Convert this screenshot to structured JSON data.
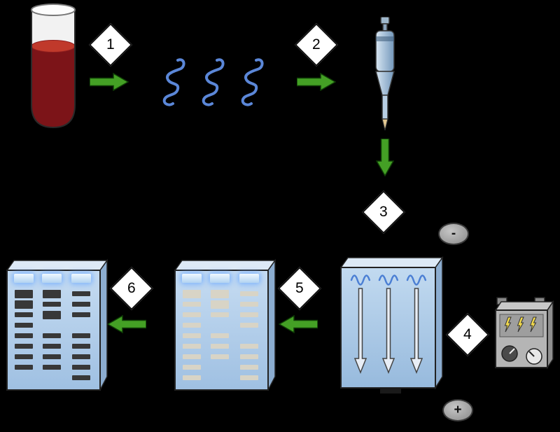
{
  "steps": [
    "1",
    "2",
    "3",
    "4",
    "5",
    "6"
  ],
  "electrodes": {
    "negative": "-",
    "positive": "+"
  },
  "colors": {
    "background": "#000000",
    "arrow_green": "#44a025",
    "blood_red": "#7c1418",
    "dna_blue": "#5b87d8",
    "gel_blue": "#b9d4ec",
    "diamond_fill": "#ffffff",
    "electrode_gray": "#9a9a9a",
    "lightning_yellow": "#f2da4e"
  },
  "gels": {
    "unstained": {
      "band_color": "#d8d4c6",
      "columns": [
        [
          2,
          1,
          1,
          1,
          1,
          1,
          1,
          1,
          1
        ],
        [
          2,
          2,
          1,
          0,
          1,
          1,
          1,
          0,
          0
        ],
        [
          1,
          1,
          1,
          1,
          0,
          1,
          1,
          1,
          1
        ]
      ]
    },
    "stained": {
      "band_color": "#383838",
      "columns": [
        [
          2,
          2,
          1,
          1,
          1,
          1,
          1,
          1,
          0
        ],
        [
          2,
          1,
          2,
          0,
          1,
          1,
          1,
          1,
          0
        ],
        [
          1,
          1,
          1,
          0,
          1,
          1,
          1,
          1,
          1
        ]
      ]
    }
  }
}
